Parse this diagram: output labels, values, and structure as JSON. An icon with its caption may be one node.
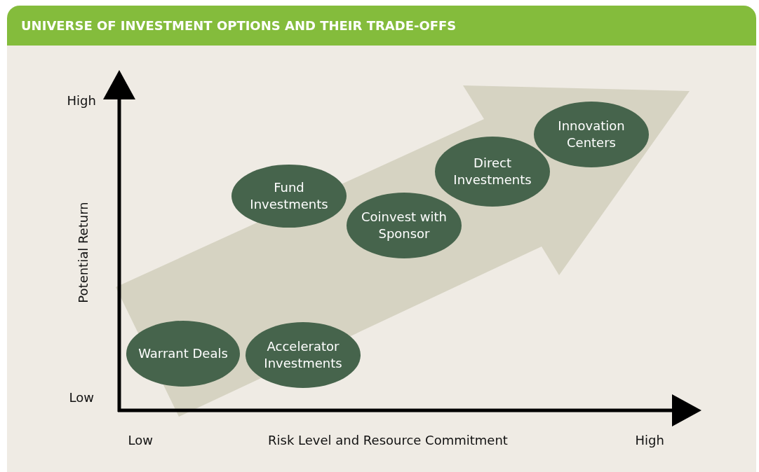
{
  "diagram": {
    "title": "UNIVERSE OF INVESTMENT OPTIONS AND THEIR TRADE-OFFS",
    "nodes": [
      {
        "text": [
          "Innovation Centers"
        ]
      },
      {
        "text": [
          "Direct Investments"
        ]
      },
      {
        "text": [
          "Fund Investments"
        ]
      },
      {
        "text": [
          "Coinvest with Sponsor"
        ]
      },
      {
        "text": [
          "Warrant Deals"
        ]
      },
      {
        "text": [
          "Accelerator Investments"
        ]
      }
    ],
    "labels": [
      "High",
      "Potential Return",
      "Low",
      "Low",
      "Risk Level and Resource Commitment",
      "High"
    ]
  }
}
